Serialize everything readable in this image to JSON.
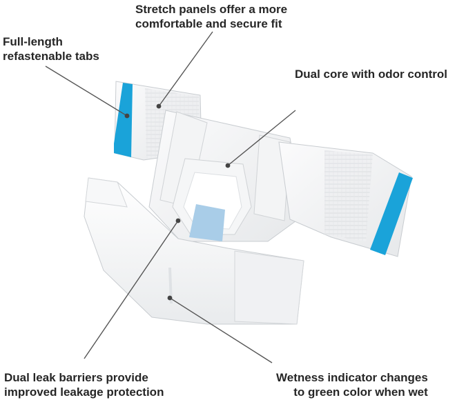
{
  "callouts": {
    "stretch_panels": {
      "line1": "Stretch panels offer a more",
      "line2": "comfortable and secure fit"
    },
    "tabs": {
      "line1": "Full-length",
      "line2": "refastenable tabs"
    },
    "core": {
      "line1": "Dual core with odor control"
    },
    "leak_barriers": {
      "line1": "Dual leak barriers provide",
      "line2": "improved leakage protection"
    },
    "wetness": {
      "line1": "Wetness indicator changes",
      "line2": "to green color when wet"
    }
  },
  "colors": {
    "tab_blue": "#1aa3d9",
    "core_blue": "#a9cde8",
    "pointer": "#555555",
    "outline": "#c8ccd0"
  }
}
